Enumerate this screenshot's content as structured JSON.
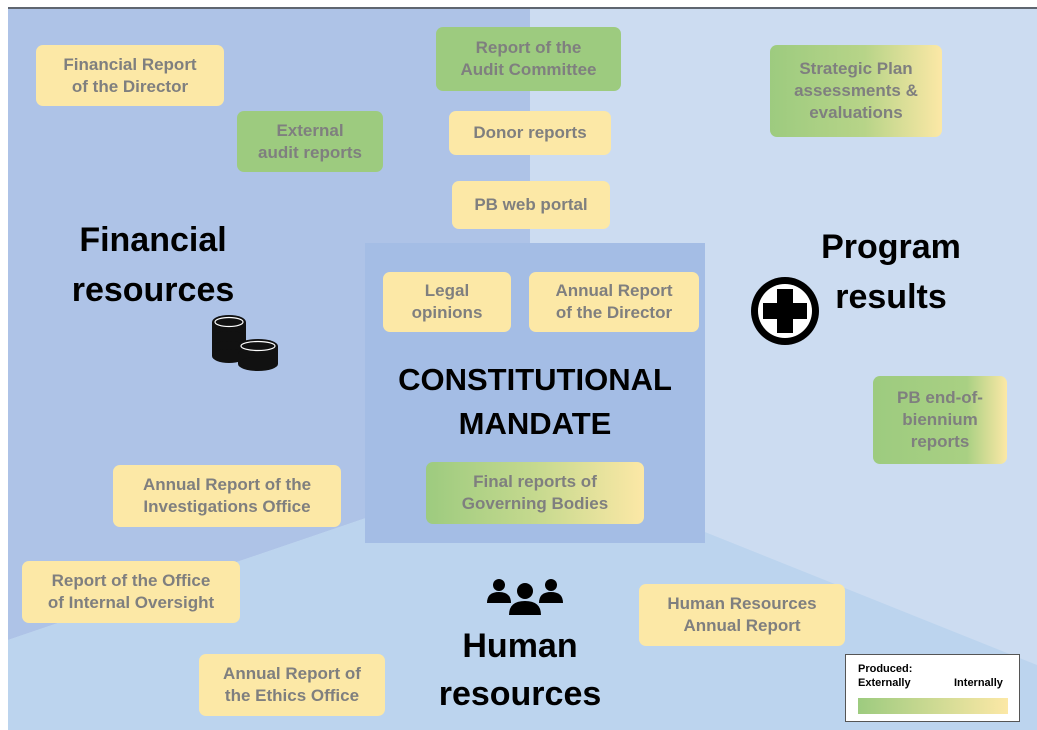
{
  "areas": {
    "financial": "Financial\nresources",
    "program": "Program\nresults",
    "human": "Human\nresources"
  },
  "center": {
    "title": "CONSTITUTIONAL\nMANDATE"
  },
  "reports": {
    "financial_report_director": "Financial Report\nof the Director",
    "audit_committee": "Report of the\nAudit Committee",
    "strategic_plan": "Strategic Plan\nassessments &\nevaluations",
    "external_audit": "External\naudit reports",
    "donor_reports": "Donor reports",
    "pb_web_portal": "PB web portal",
    "legal_opinions": "Legal\nopinions",
    "annual_report_director": "Annual Report\nof the Director",
    "pb_end_biennium": "PB end-of-\nbiennium\nreports",
    "investigations_office": "Annual Report of the\nInvestigations Office",
    "governing_bodies": "Final reports of\nGoverning Bodies",
    "internal_oversight": "Report of the Office\nof Internal Oversight",
    "hr_annual_report": "Human Resources\nAnnual Report",
    "ethics_office": "Annual Report of\nthe Ethics Office"
  },
  "legend": {
    "title": "Produced:",
    "left": "Externally",
    "right": "Internally",
    "colors": {
      "externally": "#9dcb7f",
      "internally": "#fce8a6"
    }
  },
  "icons": {
    "financial": "coins-icon",
    "program": "plus-circle-icon",
    "human": "people-icon"
  }
}
